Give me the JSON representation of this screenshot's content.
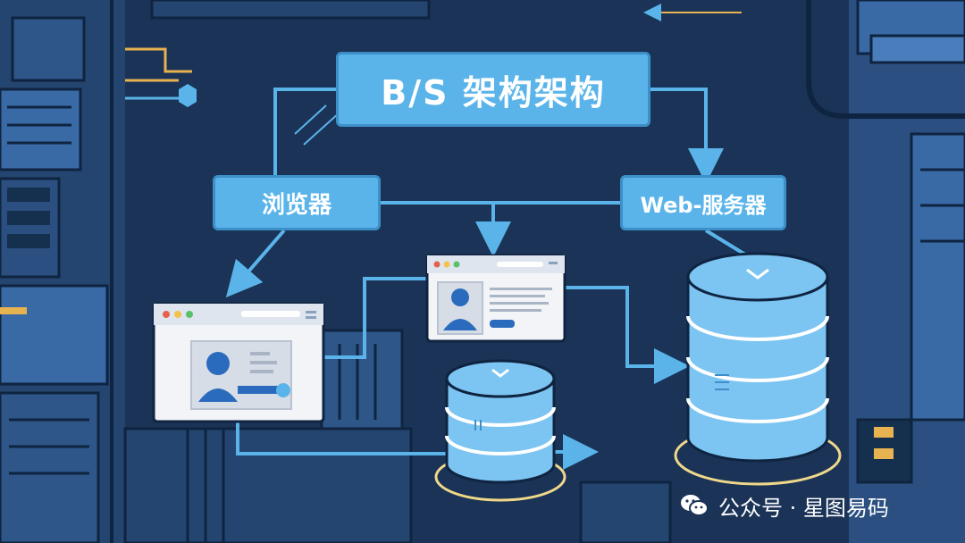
{
  "diagram": {
    "title": "B/S 架构架构",
    "nodes": {
      "browser": "浏览器",
      "web_server": "Web-服务器"
    }
  },
  "watermark": {
    "label": "公众号 · 星图易码",
    "icon": "wechat-icon"
  },
  "colors": {
    "background": "#1a3357",
    "node_fill": "#5ab4ea",
    "line": "#5ab4ea",
    "window_bg": "#f2f4f8",
    "avatar": "#2a6bbd",
    "database": "#7cc4f2",
    "ring": "#f0d88a"
  }
}
